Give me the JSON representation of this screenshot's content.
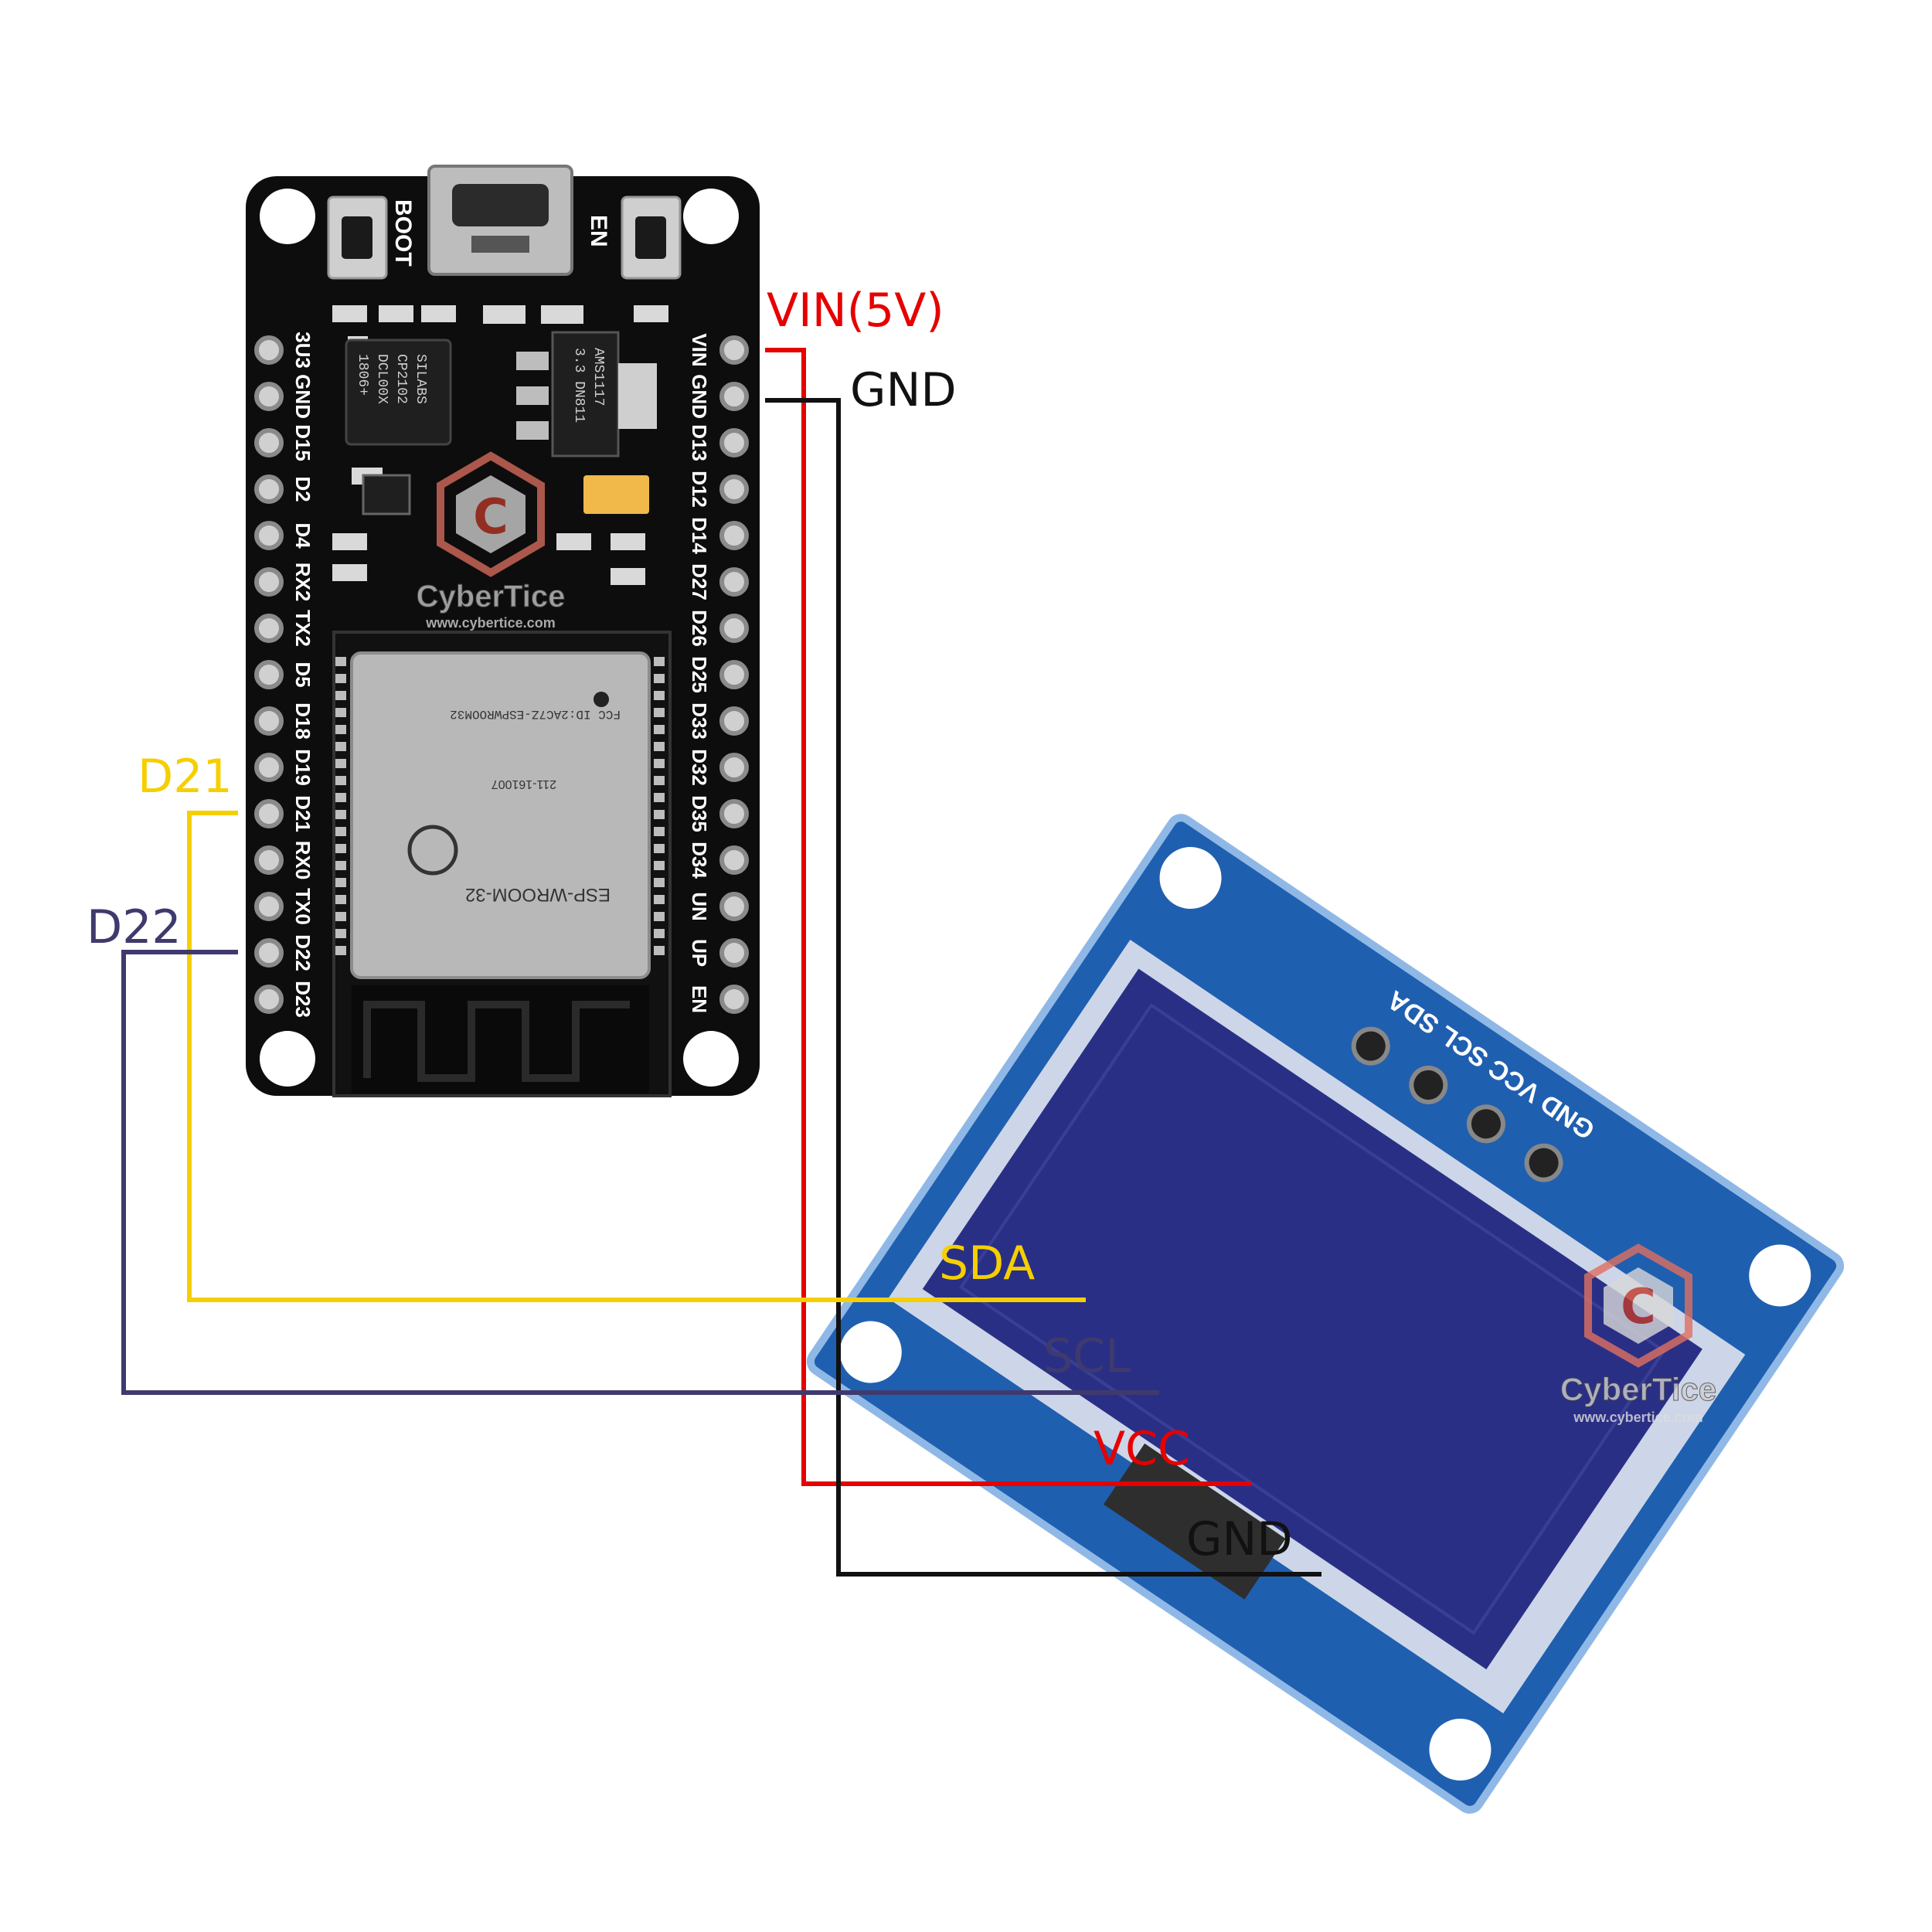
{
  "colors": {
    "vin": "#e60000",
    "gnd": "#111111",
    "sda": "#f5cf00",
    "scl": "#3f3a6e",
    "board": "#0d0d0d",
    "oled_pcb": "#1f5fb0",
    "oled_screen": "#2a2f86"
  },
  "esp32": {
    "buttons": {
      "boot": "BOOT",
      "en": "EN"
    },
    "left_pins": [
      "3U3",
      "GND",
      "D15",
      "D2",
      "D4",
      "RX2",
      "TX2",
      "D5",
      "D18",
      "D19",
      "D21",
      "RX0",
      "TX0",
      "D22",
      "D23"
    ],
    "right_pins": [
      "VIN",
      "GND",
      "D13",
      "D12",
      "D14",
      "D27",
      "D26",
      "D25",
      "D33",
      "D32",
      "D35",
      "D34",
      "UN",
      "UP",
      "EN"
    ],
    "usb_chip": [
      "SILABS",
      "CP2102",
      "DCL00X",
      "1806+"
    ],
    "regulator": [
      "AMS1117",
      "3.3 DN811"
    ],
    "module": {
      "fcc": "FCC ID:2AC7Z-ESPWROOM32",
      "cert": "211-161007",
      "name": "ESP-WROOM-32"
    }
  },
  "wires": {
    "vin_label": "VIN(5V)",
    "gnd_top_label": "GND",
    "d21_label": "D21",
    "d22_label": "D22",
    "sda_label": "SDA",
    "scl_label": "SCL",
    "vcc_label": "VCC",
    "gnd_bottom_label": "GND"
  },
  "oled": {
    "pins_label": "GND VCC SCL SDA"
  },
  "watermark": {
    "brand": "CyberTice",
    "url": "www.cybertice.com",
    "logo_letter": "C"
  }
}
